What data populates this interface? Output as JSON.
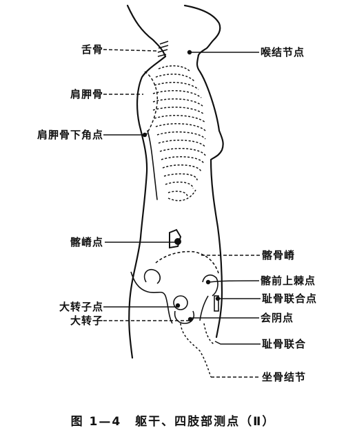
{
  "labels": {
    "hyoid": "舌骨",
    "laryngeal": "喉结节点",
    "scapula": "肩胛骨",
    "scapula_angle": "肩胛骨下角点",
    "iliac_crest_point": "髂嵴点",
    "iliac_crest": "髂骨嵴",
    "asis": "髂前上棘点",
    "symphysis_point": "耻骨联合点",
    "trochanter_point": "大转子点",
    "perineum": "会阴点",
    "trochanter": "大转子",
    "symphysis": "耻骨联合",
    "ischial": "坐骨结节"
  },
  "caption": {
    "figure_no": "图 1—4",
    "title": "躯干、四肢部测点（Ⅱ）"
  }
}
